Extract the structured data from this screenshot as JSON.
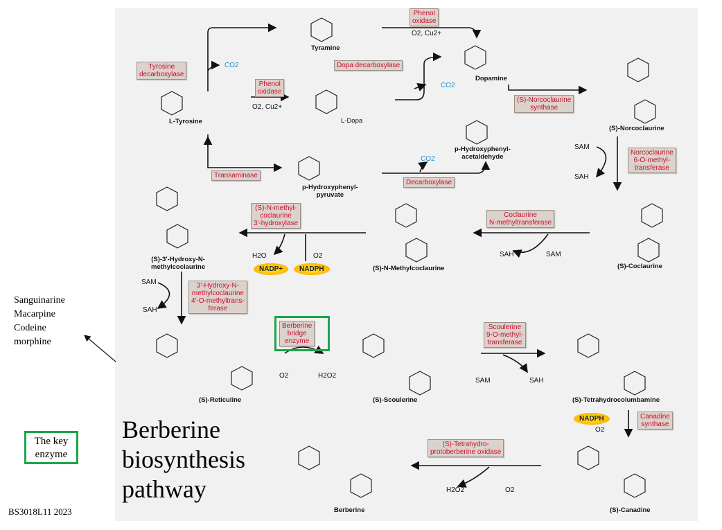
{
  "title": {
    "line1": "Berberine",
    "line2": "biosynthesis",
    "line3": "pathway"
  },
  "footer": "BS3018L11 2023",
  "key_box": {
    "line1": "The key",
    "line2": "enzyme"
  },
  "side_products": [
    "Sanguinarine",
    "Macarpine",
    "Codeine",
    "morphine"
  ],
  "enzymes": {
    "tyrosine_decarboxylase": {
      "l1": "Tyrosine",
      "l2": "decarboxylase"
    },
    "phenol_oxidase_top": {
      "l1": "Phenol",
      "l2": "oxidase"
    },
    "phenol_oxidase_mid": {
      "l1": "Phenol",
      "l2": "oxidase"
    },
    "dopa_decarboxylase": {
      "l1": "Dopa decarboxylase"
    },
    "norcoclaurine_synthase": {
      "l1": "(S)-Norcoclaurine",
      "l2": "synthase"
    },
    "transaminase": {
      "l1": "Transaminase"
    },
    "decarboxylase": {
      "l1": "Decarboxylase"
    },
    "norcoclaurine_omt": {
      "l1": "Norcoclaurine",
      "l2": "6-O-methyl-",
      "l3": "transferase"
    },
    "n_methylcoclaurine_hydroxylase": {
      "l1": "(S)-N-methyl-",
      "l2": "coclaurine",
      "l3": "3′-hydroxylase"
    },
    "coclaurine_nmt": {
      "l1": "Coclaurine",
      "l2": "N-methyltransferase"
    },
    "hydroxy_omt": {
      "l1": "3′-Hydroxy-N-",
      "l2": "methylcoclaurine",
      "l3": "4′-O-methyltrans-",
      "l4": "ferase"
    },
    "berberine_bridge": {
      "l1": "Berberine",
      "l2": "bridge",
      "l3": "enzyme"
    },
    "scoulerine_omt": {
      "l1": "Scoulerine",
      "l2": "9-O-methyl-",
      "l3": "transferase"
    },
    "canadine_synthase": {
      "l1": "Canadine",
      "l2": "synthase"
    },
    "thp_oxidase": {
      "l1": "(S)-Tetrahydro-",
      "l2": "protoberberine oxidase"
    }
  },
  "compounds": {
    "tyramine": "Tyramine",
    "dopamine": "Dopamine",
    "tyrosine": "L-Tyrosine",
    "dopa": "L-Dopa",
    "hpaa": {
      "l1": "p-Hydroxyphenyl-",
      "l2": "acetaldehyde"
    },
    "norcoclaurine": "(S)-Norcoclaurine",
    "hppyruvate": {
      "l1": "p-Hydroxyphenyl-",
      "l2": "pyruvate"
    },
    "hydroxy_nmc": {
      "l1": "(S)-3′-Hydroxy-N-",
      "l2": "methylcoclaurine"
    },
    "nmc": "(S)-N-Methylcoclaurine",
    "coclaurine": "(S)-Coclaurine",
    "reticuline": "(S)-Reticuline",
    "scoulerine": "(S)-Scoulerine",
    "thc": "(S)-Tetrahydrocolumbamine",
    "berberine": "Berberine",
    "canadine": "(S)-Canadine"
  },
  "cofactors": {
    "co2": "CO2",
    "o2": "O2",
    "cu": "O2, Cu2+",
    "sam": "SAM",
    "sah": "SAH",
    "h2o": "H2O",
    "h2o2": "H2O2",
    "nadp": "NADP+",
    "nadph": "NADPH"
  },
  "colors": {
    "enzyme_text": "#c8102e",
    "enzyme_bg": "#dcd2cc",
    "highlight": "#1b8fd2",
    "key_box": "#1aa64a",
    "panel": "#f1f1f1"
  }
}
